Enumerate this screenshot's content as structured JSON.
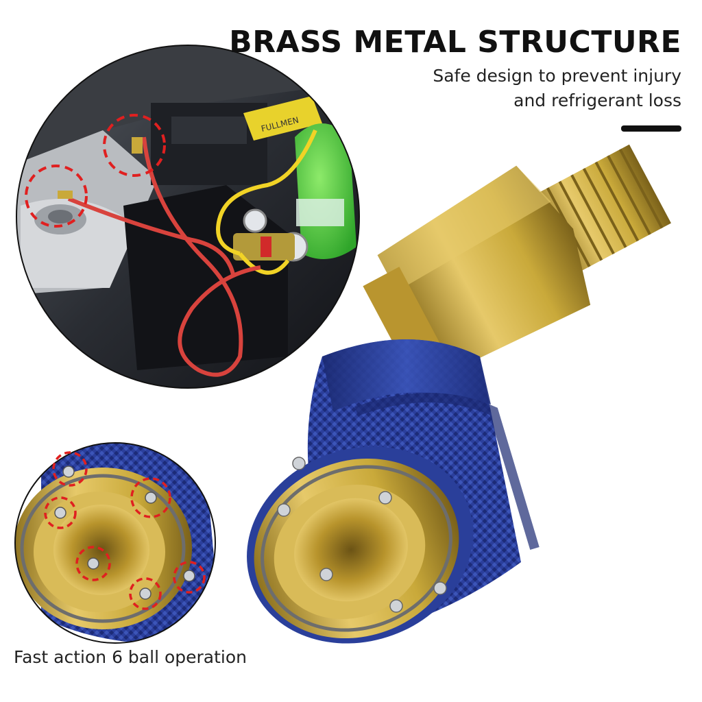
{
  "headline": "BRASS METAL STRUCTURE",
  "subtitle_line1": "Safe design to prevent injury",
  "subtitle_line2": "and refrigerant loss",
  "caption": "Fast action 6 ball operation",
  "photo_label": "FULLMEN",
  "colors": {
    "brass": "#c9a93a",
    "brass_dark": "#8f7320",
    "blue": "#2a3f9a",
    "highlight_red": "#e02020",
    "accent_bar": "#111111"
  }
}
